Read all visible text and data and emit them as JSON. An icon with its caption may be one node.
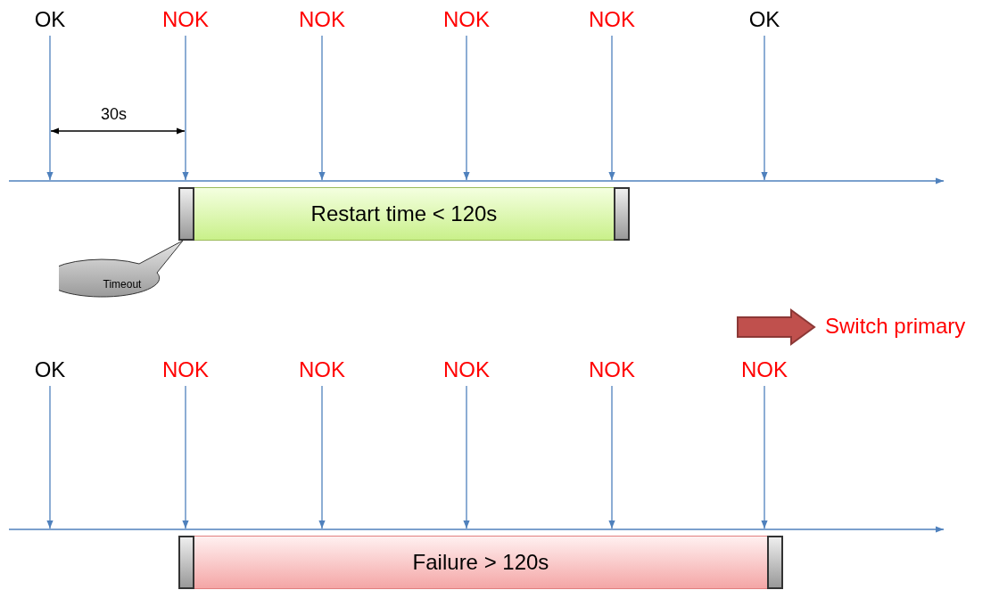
{
  "diagram": {
    "nodes": [
      {
        "text": [
          "OK"
        ]
      },
      {
        "text": [
          "NOK"
        ]
      },
      {
        "text": [
          "NOK"
        ]
      },
      {
        "text": [
          "NOK"
        ]
      },
      {
        "text": [
          "NOK"
        ]
      },
      {
        "text": [
          "OK"
        ]
      },
      {
        "text": [
          "Restart time < 120s"
        ]
      },
      {
        "text": [
          "Timeout"
        ]
      },
      {
        "text": [
          "Switch primary"
        ]
      },
      {
        "text": [
          "OK"
        ]
      },
      {
        "text": [
          "NOK"
        ]
      },
      {
        "text": [
          "NOK"
        ]
      },
      {
        "text": [
          "NOK"
        ]
      },
      {
        "text": [
          "NOK"
        ]
      },
      {
        "text": [
          "NOK"
        ]
      },
      {
        "text": [
          "Failure > 120s"
        ]
      },
      {
        "text": [],
        "shape": "line"
      },
      {
        "text": [],
        "shape": "line"
      }
    ],
    "edges": [
      {
        "from": 0,
        "to": 16,
        "arrow": "to"
      },
      {
        "from": 1,
        "to": 16,
        "arrow": "to"
      },
      {
        "from": 2,
        "to": 16,
        "arrow": "to"
      },
      {
        "from": 3,
        "to": 16,
        "arrow": "to"
      },
      {
        "from": 4,
        "to": 16,
        "arrow": "to"
      },
      {
        "from": 5,
        "to": 16,
        "arrow": "to"
      },
      {
        "from": null,
        "to": 8,
        "arrow": "to",
        "style": "thick",
        "color": "#c0504d"
      },
      {
        "from": 9,
        "to": 17,
        "arrow": "to"
      },
      {
        "from": 10,
        "to": 17,
        "arrow": "to"
      },
      {
        "from": 11,
        "to": 17,
        "arrow": "to"
      },
      {
        "from": 12,
        "to": 17,
        "arrow": "to"
      },
      {
        "from": 13,
        "to": 17,
        "arrow": "to"
      },
      {
        "from": 14,
        "to": 17,
        "arrow": "to"
      }
    ],
    "labels": [
      "30s"
    ]
  }
}
